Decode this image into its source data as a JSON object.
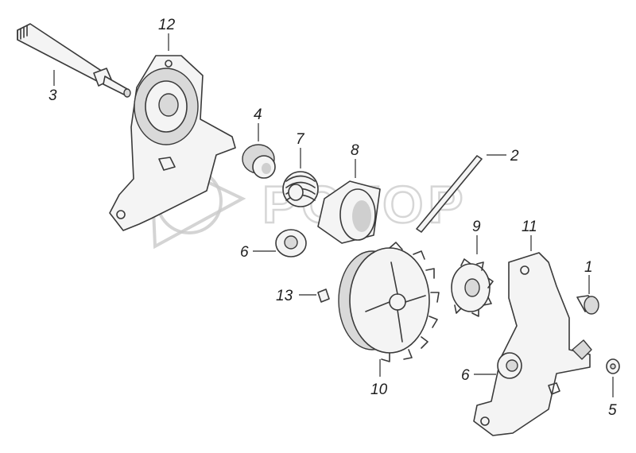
{
  "watermark": {
    "text": "РОТОР"
  },
  "callouts": [
    {
      "id": "c12",
      "label": "12"
    },
    {
      "id": "c3",
      "label": "3"
    },
    {
      "id": "c4",
      "label": "4"
    },
    {
      "id": "c7",
      "label": "7"
    },
    {
      "id": "c8",
      "label": "8"
    },
    {
      "id": "c2",
      "label": "2"
    },
    {
      "id": "c6a",
      "label": "6"
    },
    {
      "id": "c9",
      "label": "9"
    },
    {
      "id": "c11",
      "label": "11"
    },
    {
      "id": "c1",
      "label": "1"
    },
    {
      "id": "c13",
      "label": "13"
    },
    {
      "id": "c6b",
      "label": "6"
    },
    {
      "id": "c10",
      "label": "10"
    },
    {
      "id": "c5",
      "label": "5"
    }
  ]
}
